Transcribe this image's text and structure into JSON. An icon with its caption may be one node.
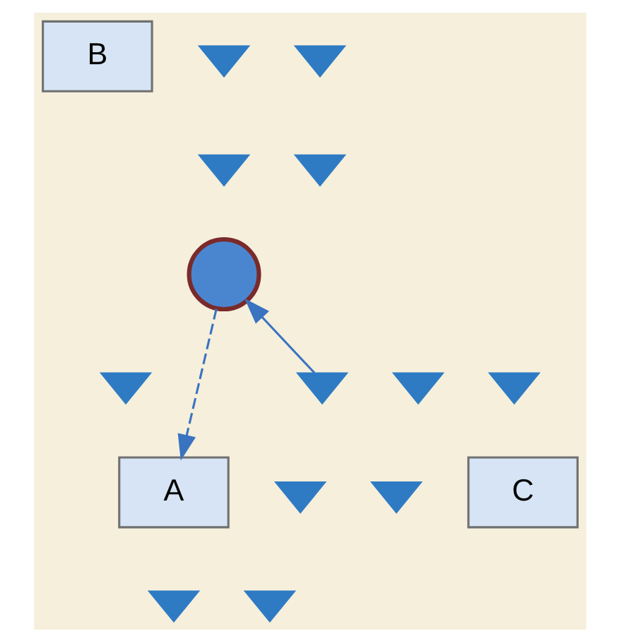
{
  "diagram": {
    "nodes": [
      {
        "text": [
          "B"
        ]
      },
      {
        "text": [],
        "shape": "triangle"
      },
      {
        "text": [],
        "shape": "triangle"
      },
      {
        "text": [],
        "shape": "triangle"
      },
      {
        "text": [],
        "shape": "triangle"
      },
      {
        "text": [],
        "shape": "circle"
      },
      {
        "text": [],
        "shape": "triangle"
      },
      {
        "text": [],
        "shape": "triangle"
      },
      {
        "text": [
          "A"
        ]
      },
      {
        "text": [],
        "shape": "triangle"
      },
      {
        "text": [],
        "shape": "triangle"
      },
      {
        "text": [],
        "shape": "triangle"
      },
      {
        "text": [],
        "shape": "triangle"
      },
      {
        "text": [],
        "shape": "triangle"
      },
      {
        "text": [
          "C"
        ]
      },
      {
        "text": [],
        "shape": "triangle"
      }
    ],
    "edges": [
      {
        "from": 7,
        "to": 5,
        "arrow": "to"
      },
      {
        "from": 5,
        "to": 8,
        "arrow": "to",
        "style": "dashed"
      }
    ]
  }
}
